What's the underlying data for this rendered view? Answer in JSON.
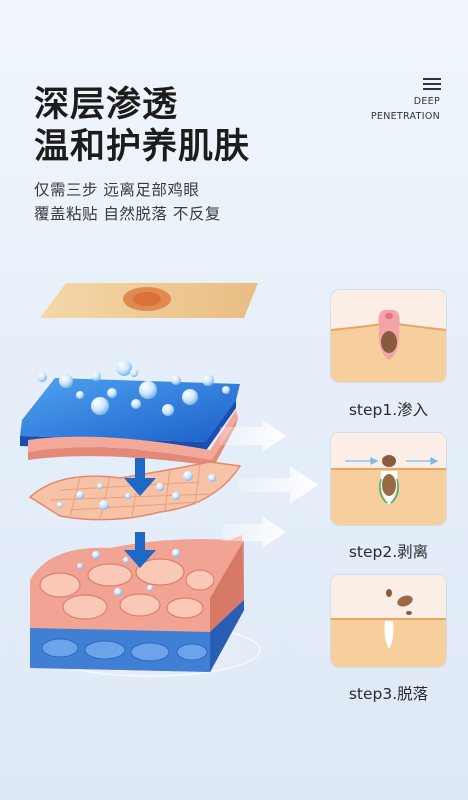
{
  "header": {
    "title_line1": "深层渗透",
    "title_line2": "温和护养肌肤",
    "subtitle_line1": "仅需三步  远离足部鸡眼",
    "subtitle_line2": "覆盖粘贴  自然脱落  不反复",
    "en_line1": "DEEP",
    "en_line2": "PENETRATION"
  },
  "steps": [
    {
      "label": "step1.渗入"
    },
    {
      "label": "step2.剥离"
    },
    {
      "label": "step3.脱落"
    }
  ],
  "colors": {
    "skin": "#f6cf9c",
    "skin_dark": "#e9a466",
    "gel_blue": "#2d7fe0",
    "tissue_pink": "#f0a597",
    "arrow_blue": "#1e68c8",
    "panel_bg": "#fbeee6"
  },
  "icons": [
    "menu-icon",
    "down-arrow-icon",
    "right-arrow-icon"
  ]
}
